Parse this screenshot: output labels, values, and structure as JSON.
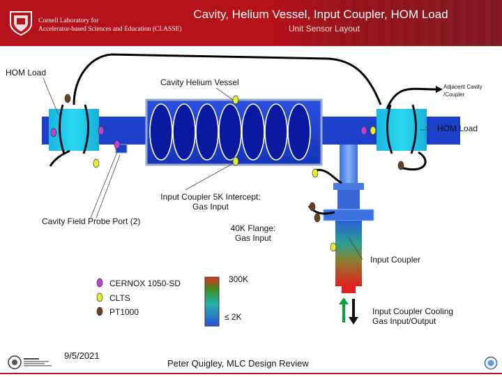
{
  "header": {
    "title": "Cavity, Helium Vessel, Input Coupler, HOM Load",
    "subtitle": "Unit Sensor Layout",
    "org_line1": "Cornell Laboratory for",
    "org_line2": "Accelerator-based Sciences and Education (CLASSE)"
  },
  "labels": {
    "hom_load_left": "HOM Load",
    "cavity_helium_vessel": "Cavity Helium Vessel",
    "adjacent_cavity_line1": "Adjacent Cavity",
    "adjacent_cavity_line2": "/Coupler",
    "hom_load_right": "HOM Load",
    "input_coupler_5k_line1": "Input Coupler 5K Intercept:",
    "input_coupler_5k_line2": "Gas Input",
    "cavity_field_probe": "Cavity  Field Probe Port (2)",
    "flange_40k_line1": "40K Flange:",
    "flange_40k_line2": "Gas Input",
    "input_coupler": "Input Coupler",
    "cooling_line1": "Input Coupler Cooling",
    "cooling_line2": "Gas Input/Output"
  },
  "legend": {
    "items": [
      {
        "label": "CERNOX 1050-SD",
        "color": "#c040d8"
      },
      {
        "label": "CLTS",
        "color": "#ecec30"
      },
      {
        "label": "PT1000",
        "color": "#6a4022"
      }
    ],
    "scale_top": "300K",
    "scale_bottom": "≤ 2K"
  },
  "footer": {
    "date": "9/5/2021",
    "presenter": "Peter Quigley, MLC Design Review"
  },
  "colors": {
    "header_red": "#b5121b",
    "pipe_blue": "#1c3fcc",
    "cell_blue": "#0a1aa0",
    "cernox": "#c040d8",
    "clts": "#ecec30",
    "pt1000": "#6a4022"
  }
}
